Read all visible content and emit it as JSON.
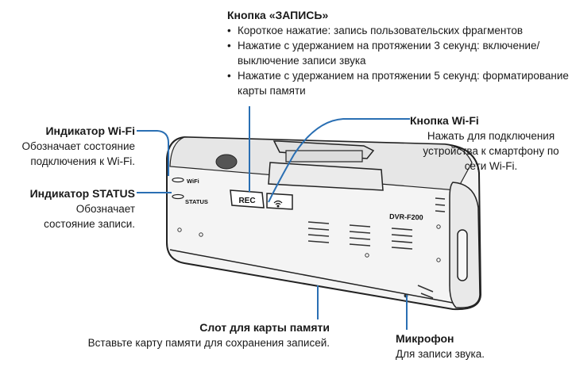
{
  "record_button": {
    "title": "Кнопка «ЗАПИСЬ»",
    "items": [
      "Короткое нажатие: запись пользовательских фрагментов",
      "Нажатие с удержанием на протяжении 3 секунд: включение/выключение записи звука",
      "Нажатие с удержанием на протяжении 5 секунд: форматирование карты памяти"
    ]
  },
  "wifi_indicator": {
    "title": "Индикатор Wi-Fi",
    "desc_1": "Обозначает состояние",
    "desc_2": "подключения к Wi-Fi."
  },
  "status_indicator": {
    "title": "Индикатор STATUS",
    "desc_1": "Обозначает",
    "desc_2": "состояние записи."
  },
  "wifi_button": {
    "title": "Кнопка Wi-Fi",
    "desc_1": "Нажать для подключения",
    "desc_2": "устройства к смартфону по",
    "desc_3": "сети Wi-Fi."
  },
  "memory_slot": {
    "title": "Слот для карты памяти",
    "desc": "Вставьте карту памяти для сохранения записей."
  },
  "microphone": {
    "title": "Микрофон",
    "desc": "Для записи звука."
  },
  "device": {
    "model": "DVR-F200",
    "wifi_led_label": "WiFi",
    "status_led_label": "STATUS",
    "rec_label": "REC",
    "wifi_button_icon": "wifi-icon",
    "leader_color": "#2a6fb3"
  }
}
